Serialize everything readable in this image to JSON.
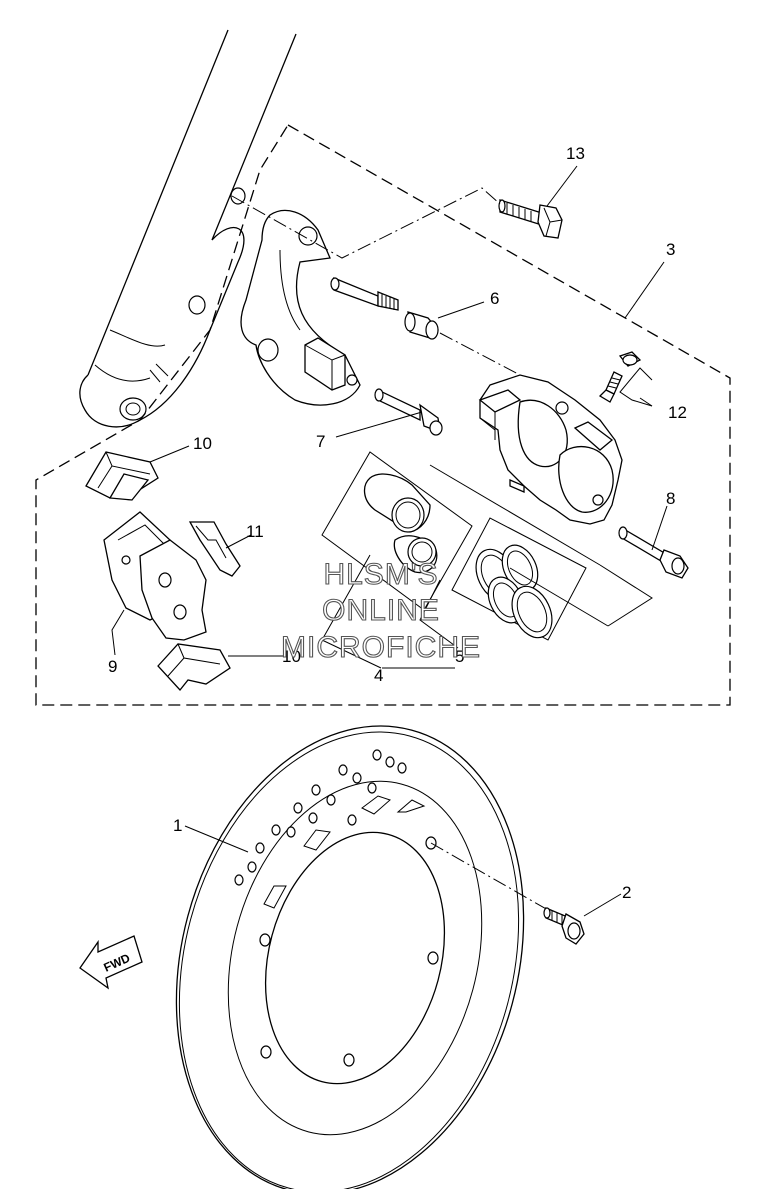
{
  "callouts": {
    "c1": "1",
    "c2": "2",
    "c3": "3",
    "c4": "4",
    "c5": "5",
    "c6": "6",
    "c7": "7",
    "c8": "8",
    "c9": "9",
    "c10a": "10",
    "c10b": "10",
    "c11": "11",
    "c12": "12",
    "c13": "13"
  },
  "watermark": {
    "line1": "HLSM'S",
    "line2": "ONLINE",
    "line3": "MICROFICHE"
  },
  "fwd_label": "FWD",
  "icons": {
    "fwd_arrow": "fwd-arrow-icon"
  }
}
